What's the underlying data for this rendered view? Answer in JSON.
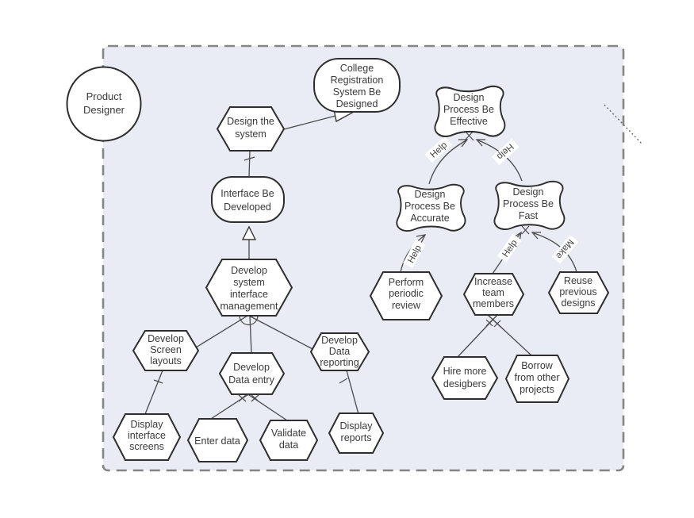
{
  "actor": {
    "lines": [
      "Product",
      "Designer"
    ]
  },
  "nodes": {
    "collegeRegistration": {
      "kind": "goal",
      "lines": [
        "College",
        "Registration",
        "System Be",
        "Designed"
      ]
    },
    "designTheSystem": {
      "kind": "task",
      "lines": [
        "Design the",
        "system"
      ]
    },
    "interfaceBeDeveloped": {
      "kind": "goal",
      "lines": [
        "Interface Be",
        "Developed"
      ]
    },
    "developSystemInterfaceManagement": {
      "kind": "task",
      "lines": [
        "Develop",
        "system",
        "interface",
        "management"
      ]
    },
    "developScreenLayouts": {
      "kind": "task",
      "lines": [
        "Develop",
        "Screen",
        "layouts"
      ]
    },
    "developDataEntry": {
      "kind": "task",
      "lines": [
        "Develop",
        "Data entry"
      ]
    },
    "developDataReporting": {
      "kind": "task",
      "lines": [
        "Develop",
        "Data",
        "reporting"
      ]
    },
    "displayInterfaceScreens": {
      "kind": "task",
      "lines": [
        "Display",
        "interface",
        "screens"
      ]
    },
    "enterData": {
      "kind": "task",
      "lines": [
        "Enter data"
      ]
    },
    "validateData": {
      "kind": "task",
      "lines": [
        "Validate",
        "data"
      ]
    },
    "displayReports": {
      "kind": "task",
      "lines": [
        "Display",
        "reports"
      ]
    },
    "designProcessBeEffective": {
      "kind": "softgoal",
      "lines": [
        "Design",
        "Process Be",
        "Effective"
      ]
    },
    "designProcessBeAccurate": {
      "kind": "softgoal",
      "lines": [
        "Design",
        "Process Be",
        "Accurate"
      ]
    },
    "designProcessBeFast": {
      "kind": "softgoal",
      "lines": [
        "Design",
        "Process  Be",
        "Fast"
      ]
    },
    "performPeriodicReview": {
      "kind": "task",
      "lines": [
        "Perform",
        "periodic",
        "review"
      ]
    },
    "increaseTeamMembers": {
      "kind": "task",
      "lines": [
        "Increase",
        "team",
        "members"
      ]
    },
    "reusePreviousDesigns": {
      "kind": "task",
      "lines": [
        "Reuse",
        "previous",
        "designs"
      ]
    },
    "hireMoreDesigbers": {
      "kind": "task",
      "lines": [
        "Hire more",
        "desigbers"
      ]
    },
    "borrowFromOtherProjects": {
      "kind": "task",
      "lines": [
        "Borrow",
        "from other",
        "projects"
      ]
    }
  },
  "link_labels": {
    "review_to_accurate": "Help",
    "accurate_to_effective": "Help",
    "fast_to_effective": "Help",
    "members_to_fast": "Help",
    "reuse_to_fast": "Make"
  },
  "colors": {
    "boundary_fill": "#e9ecf5",
    "boundary_stroke": "#858585",
    "shape_fill": "#ffffff",
    "shape_stroke": "#2e2e2e",
    "connector": "#4a4a4a",
    "text": "#3a3a3a"
  }
}
